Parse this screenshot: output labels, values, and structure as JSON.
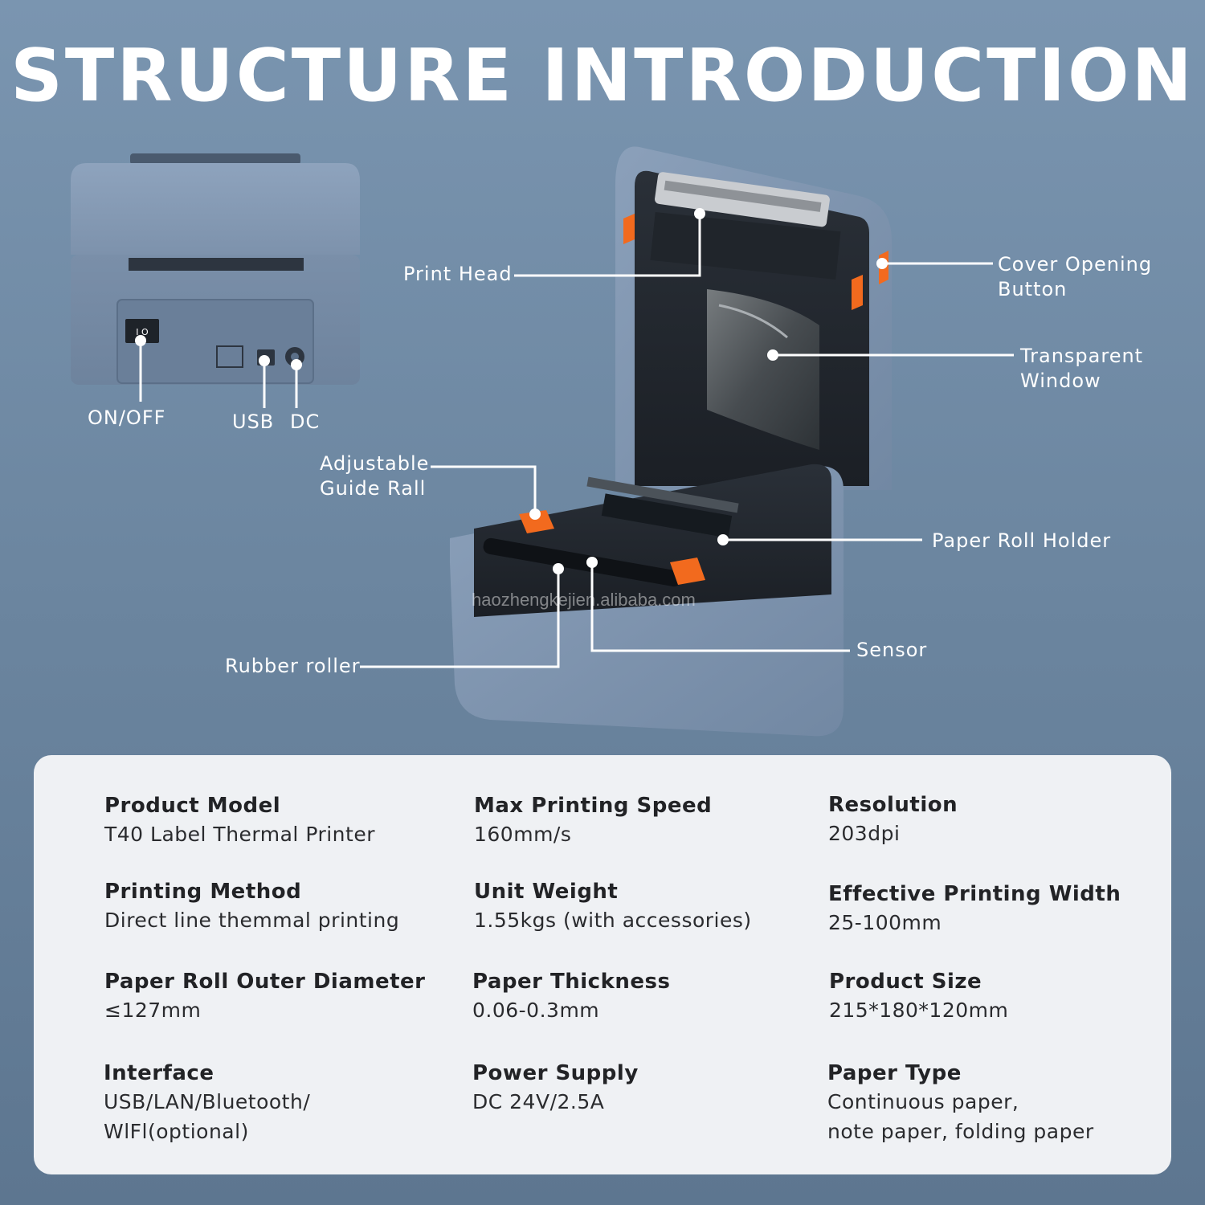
{
  "title": "STRUCTURE INTRODUCTION",
  "watermark": "haozhengkejien.alibaba.com",
  "back_panel": {
    "switch_icon_text": "I O",
    "onoff_label": "ON/OFF",
    "usb_label": "USB",
    "dc_label": "DC"
  },
  "callouts": {
    "print_head": "Print Head",
    "cover_opening_button_line1": "Cover Opening",
    "cover_opening_button_line2": "Button",
    "transparent_window_line1": "Transparent",
    "transparent_window_line2": "Window",
    "adjustable_guide_rail_line1": "Adjustable",
    "adjustable_guide_rail_line2": "Guide Rall",
    "paper_roll_holder": "Paper Roll Holder",
    "sensor": "Sensor",
    "rubber_roller": "Rubber roller"
  },
  "colors": {
    "background": "#7a95b0",
    "printer_body": "#8096b2",
    "orange_accent": "#f26a1e",
    "panel_bg": "#eff1f4"
  },
  "specs": {
    "product_model": {
      "title": "Product Model",
      "value": "T40 Label Thermal Printer"
    },
    "max_printing_speed": {
      "title": "Max Printing Speed",
      "value": "160mm/s"
    },
    "resolution": {
      "title": "Resolution",
      "value": "203dpi"
    },
    "printing_method": {
      "title": "Printing Method",
      "value": "Direct line themmal printing"
    },
    "unit_weight": {
      "title": "Unit Weight",
      "value": "1.55kgs (with accessories)"
    },
    "effective_printing_width": {
      "title": "Effective Printing Width",
      "value": "25-100mm"
    },
    "paper_roll_outer_diameter": {
      "title": "Paper Roll Outer Diameter",
      "value": "≤127mm"
    },
    "paper_thickness": {
      "title": "Paper Thickness",
      "value": "0.06-0.3mm"
    },
    "product_size": {
      "title": "Product Size",
      "value": "215*180*120mm"
    },
    "interface": {
      "title": "Interface",
      "value_line1": "USB/LAN/Bluetooth/",
      "value_line2": "WlFl(optional)"
    },
    "power_supply": {
      "title": "Power Supply",
      "value": "DC 24V/2.5A"
    },
    "paper_type": {
      "title": "Paper Type",
      "value_line1": "Continuous paper,",
      "value_line2": "note paper, folding paper"
    }
  }
}
